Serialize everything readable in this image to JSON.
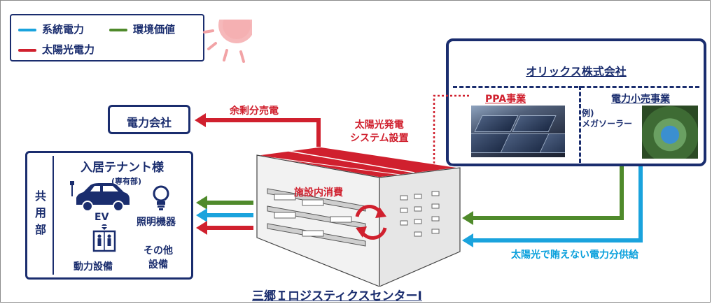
{
  "legend": {
    "items": [
      {
        "label": "系統電力",
        "color": "#1aa3dd"
      },
      {
        "label": "環境価値",
        "color": "#4f8a2b"
      },
      {
        "label": "太陽光電力",
        "color": "#d0202e"
      }
    ]
  },
  "orix": {
    "title": "オリックス株式会社",
    "ppa_label": "PPA事業",
    "retail_label": "電力小売事業",
    "example_line1": "例)",
    "example_line2": "メガソーラー"
  },
  "power_company": "電力会社",
  "surplus_label": "余剰分売電",
  "solar_install": {
    "line1": "太陽光発電",
    "line2": "システム設置"
  },
  "self_consumption": "施設内消費",
  "shortfall_label": "太陽光で賄えない電力分供給",
  "tenant": {
    "title": "入居テナント様",
    "subtitle": "(専有部)",
    "common_area": [
      "共",
      "用",
      "部"
    ],
    "ev_label": "EV",
    "lighting_label": "照明機器",
    "power_equipment_label": "動力設備",
    "other_line1": "その他",
    "other_line2": "設備"
  },
  "building_name": "三郷ＩロジスティクスセンターI",
  "colors": {
    "navy": "#1a2d6e",
    "red": "#d0202e",
    "cyan": "#1aa3dd",
    "green": "#4f8a2b"
  }
}
